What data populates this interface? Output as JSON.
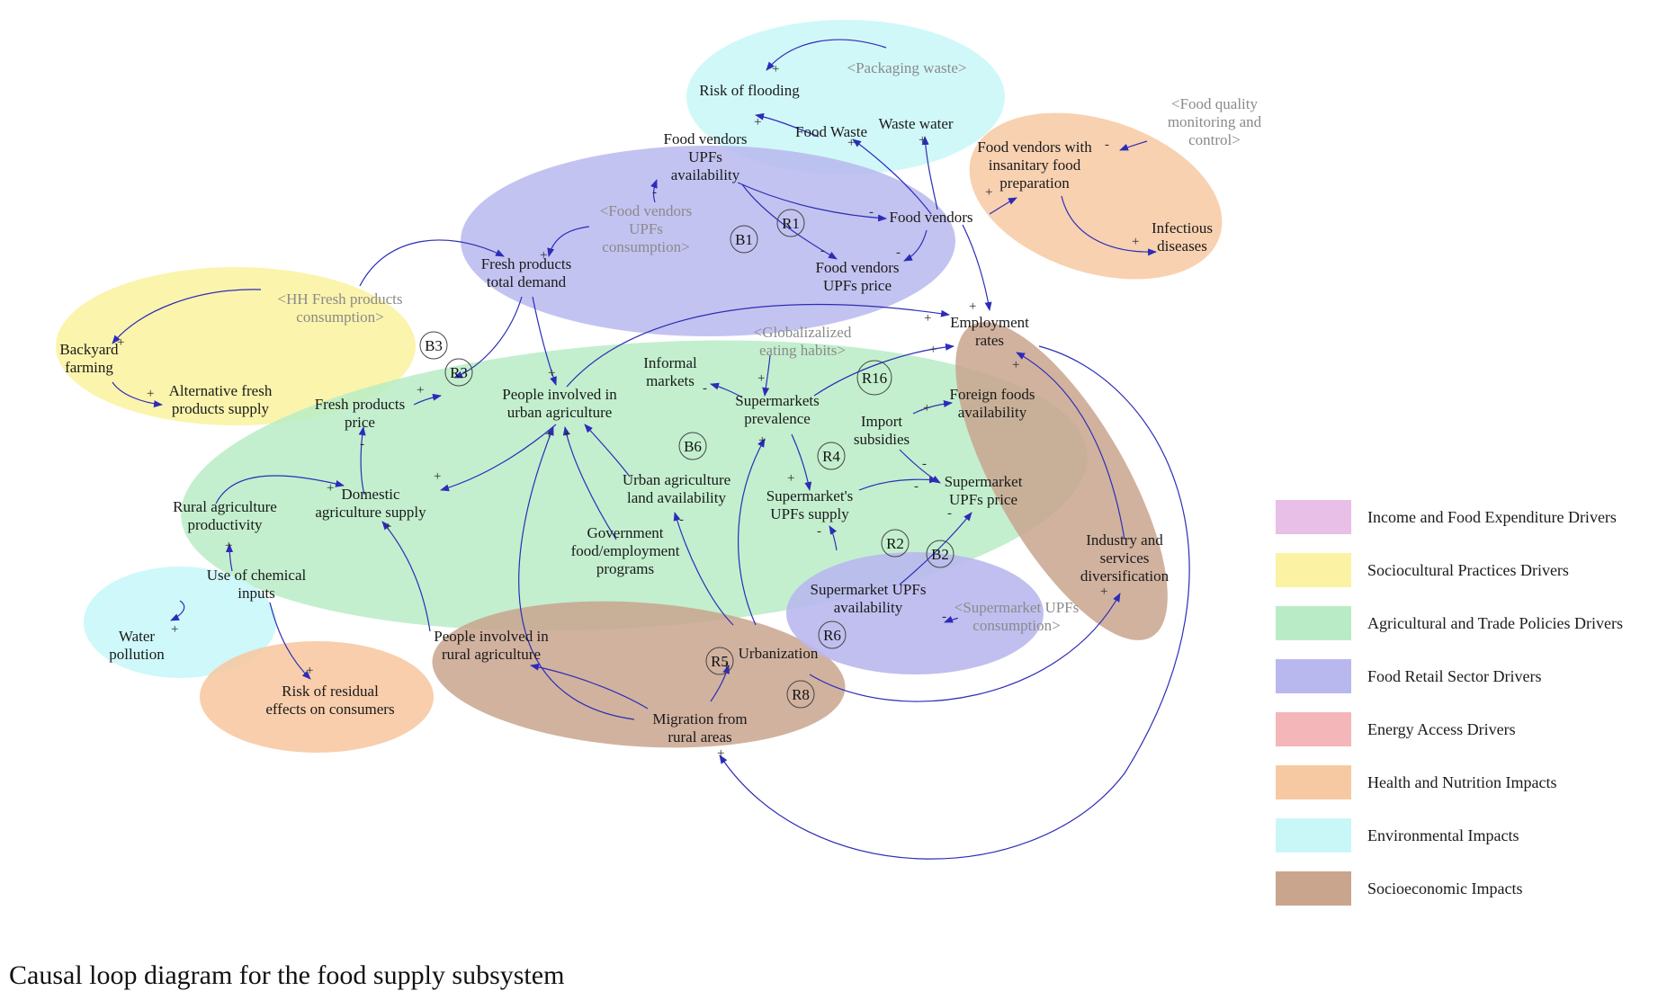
{
  "caption": "Causal loop diagram for the food supply subsystem",
  "colors": {
    "income": "#e8bfe6",
    "sociocultural": "#fbf3a3",
    "agricultural": "#b9ecc6",
    "food_retail": "#b9b8ee",
    "energy": "#f4b6b8",
    "health": "#f7c9a3",
    "environmental": "#c9f7f8",
    "socioeconomic": "#c9a58e",
    "arrow": "#2c2cb8"
  },
  "legend": [
    {
      "label": "Income and Food Expenditure  Drivers",
      "color": "#e8bfe6"
    },
    {
      "label": "Sociocultural Practices  Drivers",
      "color": "#fbf3a3"
    },
    {
      "label": "Agricultural and Trade Policies  Drivers",
      "color": "#b9ecc6"
    },
    {
      "label": "Food Retail Sector  Drivers",
      "color": "#b9b8ee"
    },
    {
      "label": "Energy Access Drivers",
      "color": "#f4b6b8"
    },
    {
      "label": "Health and Nutrition Impacts",
      "color": "#f7c9a3"
    },
    {
      "label": "Environmental Impacts",
      "color": "#c9f7f8"
    },
    {
      "label": "Socioeconomic Impacts",
      "color": "#c9a58e"
    }
  ],
  "variables": [
    {
      "id": "packaging_waste",
      "lines": [
        "<Packaging waste>"
      ],
      "shadow": true
    },
    {
      "id": "risk_flooding",
      "lines": [
        "Risk of flooding"
      ]
    },
    {
      "id": "food_waste",
      "lines": [
        "Food Waste"
      ]
    },
    {
      "id": "waste_water",
      "lines": [
        "Waste water"
      ]
    },
    {
      "id": "food_quality",
      "lines": [
        "<Food quality",
        "monitoring and",
        "control>"
      ],
      "shadow": true
    },
    {
      "id": "fv_upfs_availability",
      "lines": [
        "Food vendors",
        "UPFs",
        "availability"
      ]
    },
    {
      "id": "fv_insanitary",
      "lines": [
        "Food vendors with",
        "insanitary food",
        "preparation"
      ]
    },
    {
      "id": "fv_upfs_consumption",
      "lines": [
        "<Food vendors",
        "UPFs",
        "consumption>"
      ],
      "shadow": true
    },
    {
      "id": "food_vendors",
      "lines": [
        "Food vendors"
      ]
    },
    {
      "id": "infectious",
      "lines": [
        "Infectious",
        "diseases"
      ]
    },
    {
      "id": "fresh_total_demand",
      "lines": [
        "Fresh products",
        "total demand"
      ]
    },
    {
      "id": "fv_upfs_price",
      "lines": [
        "Food vendors",
        "UPFs price"
      ]
    },
    {
      "id": "hh_fresh",
      "lines": [
        "<HH Fresh products",
        "consumption>"
      ],
      "shadow": true
    },
    {
      "id": "employment",
      "lines": [
        "Employment",
        "rates"
      ]
    },
    {
      "id": "backyard",
      "lines": [
        "Backyard",
        "farming"
      ]
    },
    {
      "id": "globalized",
      "lines": [
        "<Globalizalized",
        "eating habits>"
      ],
      "shadow": true
    },
    {
      "id": "alt_fresh",
      "lines": [
        "Alternative fresh",
        "products supply"
      ]
    },
    {
      "id": "informal",
      "lines": [
        "Informal",
        "markets"
      ]
    },
    {
      "id": "fresh_price",
      "lines": [
        "Fresh products",
        "price"
      ]
    },
    {
      "id": "people_urban",
      "lines": [
        "People involved in",
        "urban agriculture"
      ]
    },
    {
      "id": "supermarkets_prev",
      "lines": [
        "Supermarkets",
        "prevalence"
      ]
    },
    {
      "id": "foreign_foods",
      "lines": [
        "Foreign foods",
        "availability"
      ]
    },
    {
      "id": "import_subsidies",
      "lines": [
        "Import",
        "subsidies"
      ]
    },
    {
      "id": "urban_land",
      "lines": [
        "Urban agriculture",
        "land availability"
      ]
    },
    {
      "id": "rural_productivity",
      "lines": [
        "Rural agriculture",
        "productivity"
      ]
    },
    {
      "id": "domestic_supply",
      "lines": [
        "Domestic",
        "agriculture supply"
      ]
    },
    {
      "id": "sm_upfs_supply",
      "lines": [
        "Supermarket's",
        "UPFs supply"
      ]
    },
    {
      "id": "sm_upfs_price",
      "lines": [
        "Supermarket",
        "UPFs price"
      ]
    },
    {
      "id": "gov_programs",
      "lines": [
        "Government",
        "food/employment",
        "programs"
      ]
    },
    {
      "id": "industry",
      "lines": [
        "Industry and",
        "services",
        "diversification"
      ]
    },
    {
      "id": "chemical",
      "lines": [
        "Use of chemical",
        "inputs"
      ]
    },
    {
      "id": "sm_upfs_availability",
      "lines": [
        "Supermarket UPFs",
        "availability"
      ]
    },
    {
      "id": "sm_upfs_consumption",
      "lines": [
        "<Supermarket UPFs",
        "consumption>"
      ],
      "shadow": true
    },
    {
      "id": "water_pollution",
      "lines": [
        "Water",
        "pollution"
      ]
    },
    {
      "id": "people_rural",
      "lines": [
        "People involved in",
        "rural agriculture"
      ]
    },
    {
      "id": "urbanization",
      "lines": [
        "Urbanization"
      ]
    },
    {
      "id": "residual",
      "lines": [
        "Risk of residual",
        "effects on consumers"
      ]
    },
    {
      "id": "migration",
      "lines": [
        "Migration from",
        "rural areas"
      ]
    }
  ],
  "loops": [
    "B1",
    "R1",
    "B3",
    "R3",
    "R16",
    "B6",
    "R4",
    "R2",
    "B2",
    "R6",
    "R5",
    "R8"
  ]
}
